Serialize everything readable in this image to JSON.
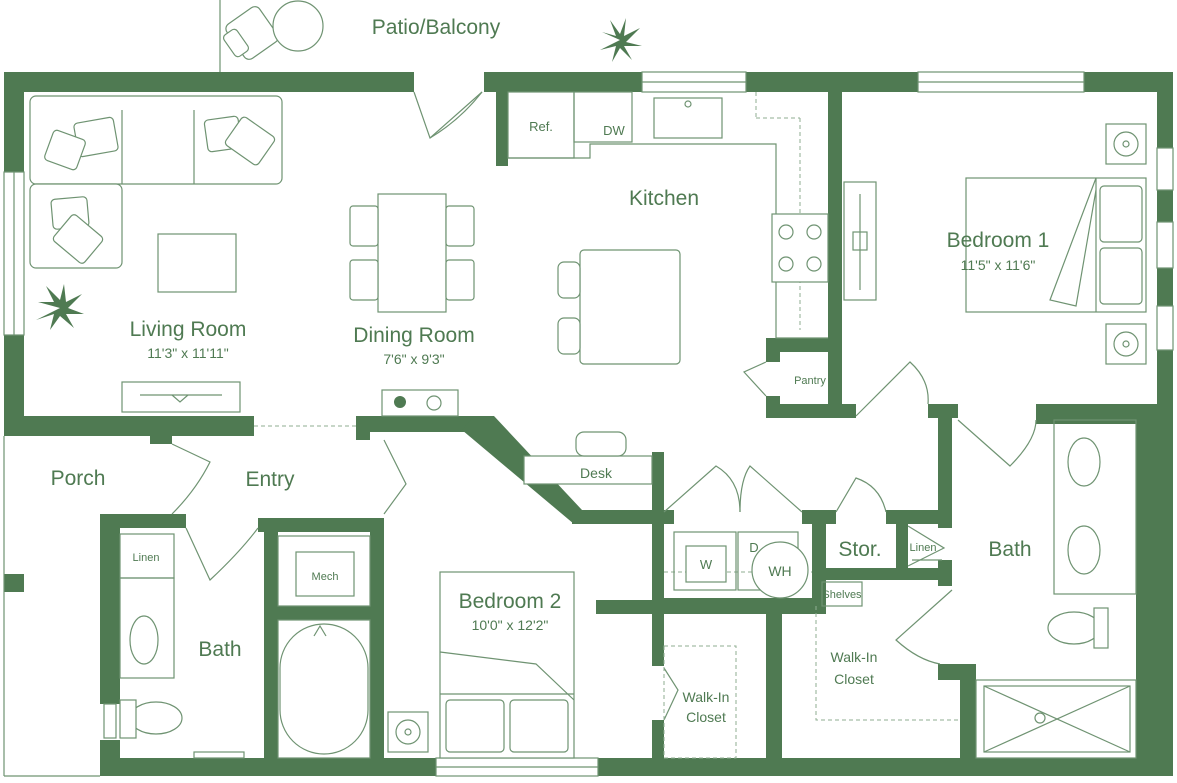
{
  "rooms": {
    "patio": "Patio/Balcony",
    "living": "Living Room",
    "living_dim": "11'3\" x 11'11\"",
    "dining": "Dining Room",
    "dining_dim": "7'6\" x 9'3\"",
    "kitchen": "Kitchen",
    "bedroom1": "Bedroom 1",
    "bedroom1_dim": "11'5\" x 11'6\"",
    "porch": "Porch",
    "entry": "Entry",
    "bath_left": "Bath",
    "bedroom2": "Bedroom 2",
    "bedroom2_dim": "10'0\" x 12'2\"",
    "walkin_left_1": "Walk-In",
    "walkin_left_2": "Closet",
    "walkin_right_1": "Walk-In",
    "walkin_right_2": "Closet",
    "stor": "Stor.",
    "bath_right": "Bath"
  },
  "fixtures": {
    "ref": "Ref.",
    "dw": "DW",
    "pantry": "Pantry",
    "desk": "Desk",
    "linen_left": "Linen",
    "mech": "Mech",
    "washer": "W",
    "dryer": "D",
    "water_heater": "WH",
    "linen_right": "Linen",
    "shelves": "Shelves"
  },
  "colors": {
    "wall": "#4f7a52",
    "line": "#6f9372"
  }
}
